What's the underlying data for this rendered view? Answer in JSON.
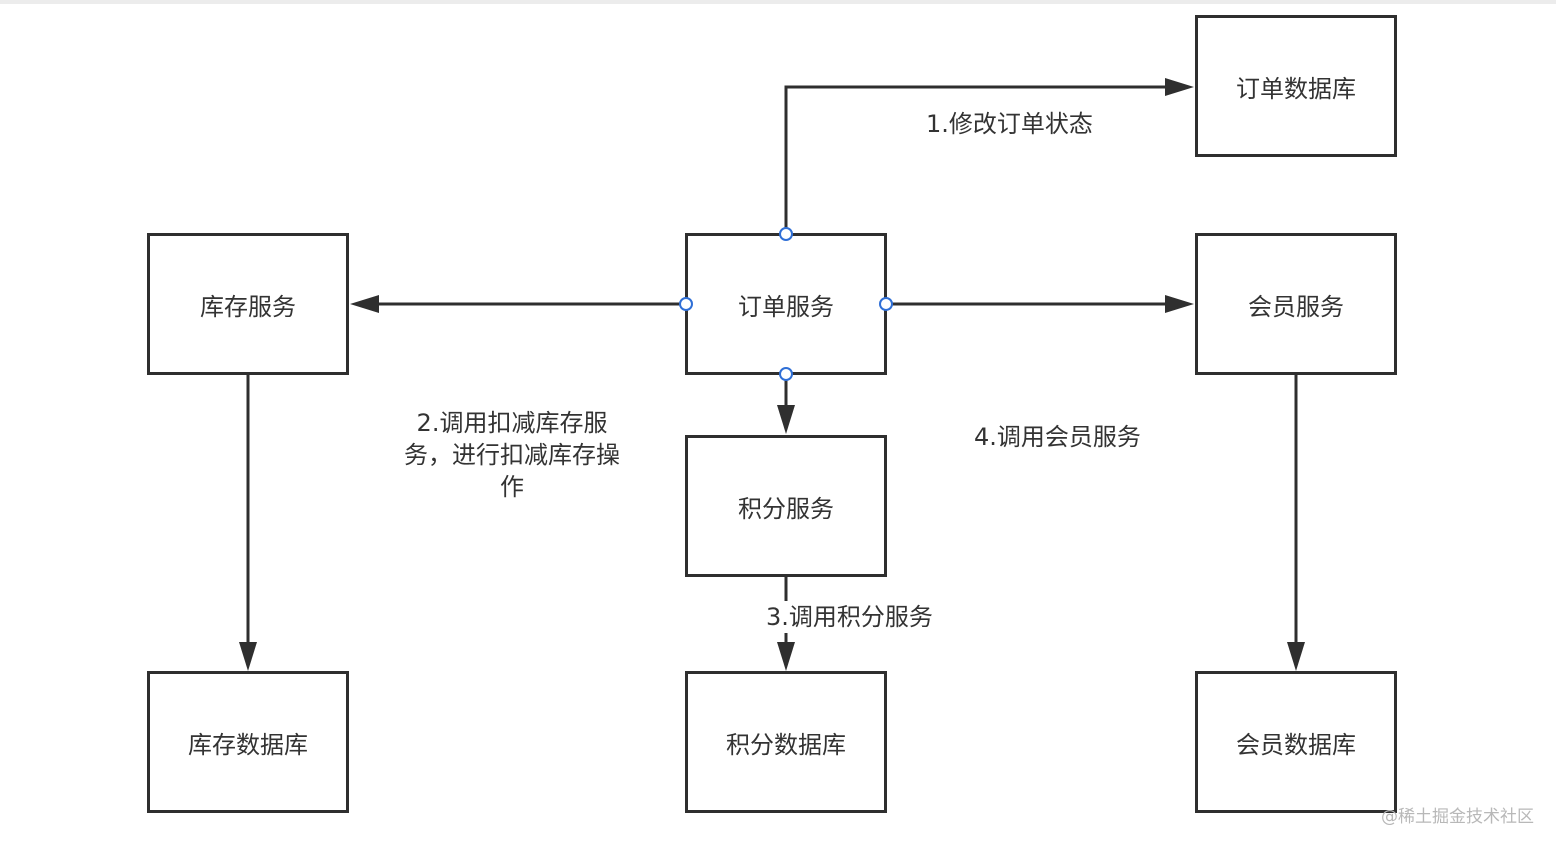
{
  "nodes": {
    "order_service": "订单服务",
    "order_db": "订单数据库",
    "inventory_service": "库存服务",
    "member_service": "会员服务",
    "points_service": "积分服务",
    "inventory_db": "库存数据库",
    "points_db": "积分数据库",
    "member_db": "会员数据库"
  },
  "labels": {
    "step1": "1.修改订单状态",
    "step2_line1": "2.调用扣减库存服",
    "step2_line2": "务，进行扣减库存操",
    "step2_line3": "作",
    "step3": "3.调用积分服务",
    "step4": "4.调用会员服务"
  },
  "watermark": "@稀土掘金技术社区",
  "colors": {
    "line": "#2f2f2f",
    "connector": "#2f6fd6",
    "text": "#333333"
  }
}
